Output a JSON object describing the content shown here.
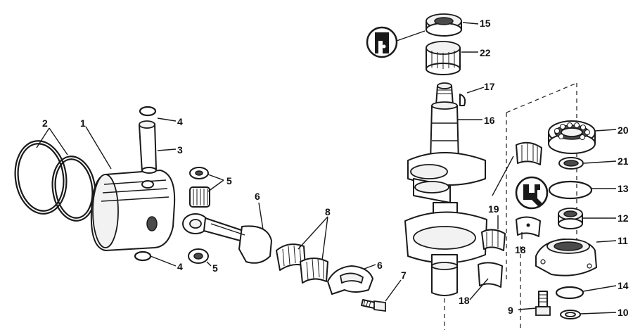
{
  "callouts": [
    {
      "id": "c1",
      "text": "1"
    },
    {
      "id": "c2",
      "text": "2"
    },
    {
      "id": "c3",
      "text": "3"
    },
    {
      "id": "c4a",
      "text": "4"
    },
    {
      "id": "c4b",
      "text": "4"
    },
    {
      "id": "c5a",
      "text": "5"
    },
    {
      "id": "c5b",
      "text": "5"
    },
    {
      "id": "c6a",
      "text": "6"
    },
    {
      "id": "c6b",
      "text": "6"
    },
    {
      "id": "c7",
      "text": "7"
    },
    {
      "id": "c8",
      "text": "8"
    },
    {
      "id": "c9",
      "text": "9"
    },
    {
      "id": "c10",
      "text": "10"
    },
    {
      "id": "c11",
      "text": "11"
    },
    {
      "id": "c12",
      "text": "12"
    },
    {
      "id": "c13",
      "text": "13"
    },
    {
      "id": "c14",
      "text": "14"
    },
    {
      "id": "c15",
      "text": "15"
    },
    {
      "id": "c16",
      "text": "16"
    },
    {
      "id": "c17",
      "text": "17"
    },
    {
      "id": "c18a",
      "text": "18"
    },
    {
      "id": "c18b",
      "text": "18"
    },
    {
      "id": "c19",
      "text": "19"
    },
    {
      "id": "c20",
      "text": "20"
    },
    {
      "id": "c21",
      "text": "21"
    },
    {
      "id": "c22",
      "text": "22"
    }
  ]
}
